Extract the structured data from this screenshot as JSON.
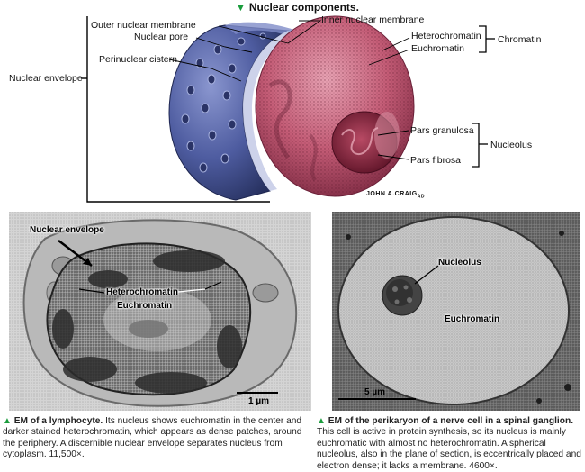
{
  "title": "Nuclear components.",
  "top_diagram": {
    "labels": {
      "outer_membrane": "Outer nuclear membrane",
      "inner_membrane": "Inner nuclear membrane",
      "nuclear_pore": "Nuclear pore",
      "perinuclear_cistern": "Perinuclear cistern",
      "nuclear_envelope": "Nuclear envelope",
      "heterochromatin": "Heterochromatin",
      "euchromatin": "Euchromatin",
      "chromatin": "Chromatin",
      "pars_granulosa": "Pars granulosa",
      "pars_fibrosa": "Pars fibrosa",
      "nucleolus": "Nucleolus"
    },
    "signature": "JOHN A.CRAIG",
    "signature_suffix": "AD"
  },
  "left_photo": {
    "labels": {
      "nuclear_envelope": "Nuclear envelope",
      "heterochromatin": "Heterochromatin",
      "euchromatin": "Euchromatin"
    },
    "scale": "1 µm"
  },
  "right_photo": {
    "labels": {
      "nucleolus": "Nucleolus",
      "euchromatin": "Euchromatin"
    },
    "scale": "5 µm"
  },
  "captions": {
    "left": {
      "heading": "EM of a lymphocyte.",
      "body": " Its nucleus shows euchromatin in the center and darker stained heterochromatin, which appears as dense patches, around the periphery. A discernible nuclear envelope separates nucleus from cytoplasm. 11,500×."
    },
    "right": {
      "heading": "EM of the perikaryon of a nerve cell in a spinal ganglion.",
      "body": " This cell is active in protein synthesis, so its nucleus is mainly euchromatic with almost no heterochromatin. A spherical nucleolus, also in the plane of section, is eccentrically placed and electron dense; it lacks a membrane. 4600×."
    }
  },
  "colors": {
    "envelope_blue": "#4a5a9c",
    "chromatin_red": "#b0465e",
    "nucleolus_dark": "#7a2036",
    "accent_green": "#1a9c3c"
  }
}
